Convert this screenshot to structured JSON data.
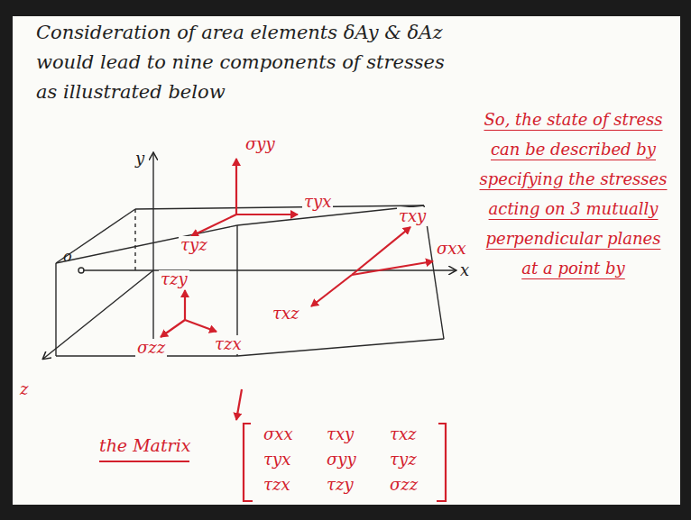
{
  "diagram": {
    "labels": [
      "Consideration of area elements δAy & δAz",
      "would lead to nine components of stresses",
      "as illustrated below",
      "y",
      "σyy",
      "τyx",
      "τyz",
      "τxy",
      "σxx",
      "x",
      "o",
      "τzy",
      "τzx",
      "σzz",
      "τxz",
      "z",
      "So, the state of stress can be described by specifying the stresses acting on 3 mutually perpendicular planes at a point by",
      "the Matrix",
      "σxx",
      "τxy",
      "τxz",
      "τyx",
      "σyy",
      "τyz",
      "τzx",
      "τzy",
      "σzz"
    ]
  }
}
